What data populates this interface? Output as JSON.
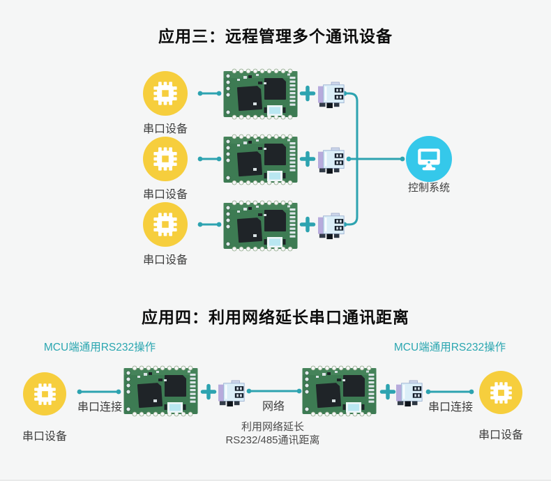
{
  "app3": {
    "title": "应用三：远程管理多个通讯设备",
    "devices": [
      "串口设备",
      "串口设备",
      "串口设备"
    ],
    "control_label": "控制系统"
  },
  "app4": {
    "title": "应用四：利用网络延长串口通讯距离",
    "mcu_note_left": "MCU端通用RS232操作",
    "mcu_note_right": "MCU端通用RS232操作",
    "device_left": "串口设备",
    "device_right": "串口设备",
    "serial_link_left": "串口连接",
    "serial_link_right": "串口连接",
    "network_link": "网络",
    "network_note_1": "利用网络延长",
    "network_note_2": "RS232/485通讯距离"
  },
  "icons": {
    "device": "chip-icon",
    "control": "monitor-icon",
    "module": "serial-module-pcb",
    "connector": "rj45-connector",
    "join": "plus-icon"
  },
  "colors": {
    "background": "#f5f6f6",
    "line_teal": "#2da3b0",
    "note_teal": "#2aa6b0",
    "control_cyan": "#35c8ea",
    "device_yellow": "#f6ce3d",
    "title_black": "#0c0c0c",
    "label_gray": "#3d3d3d"
  }
}
